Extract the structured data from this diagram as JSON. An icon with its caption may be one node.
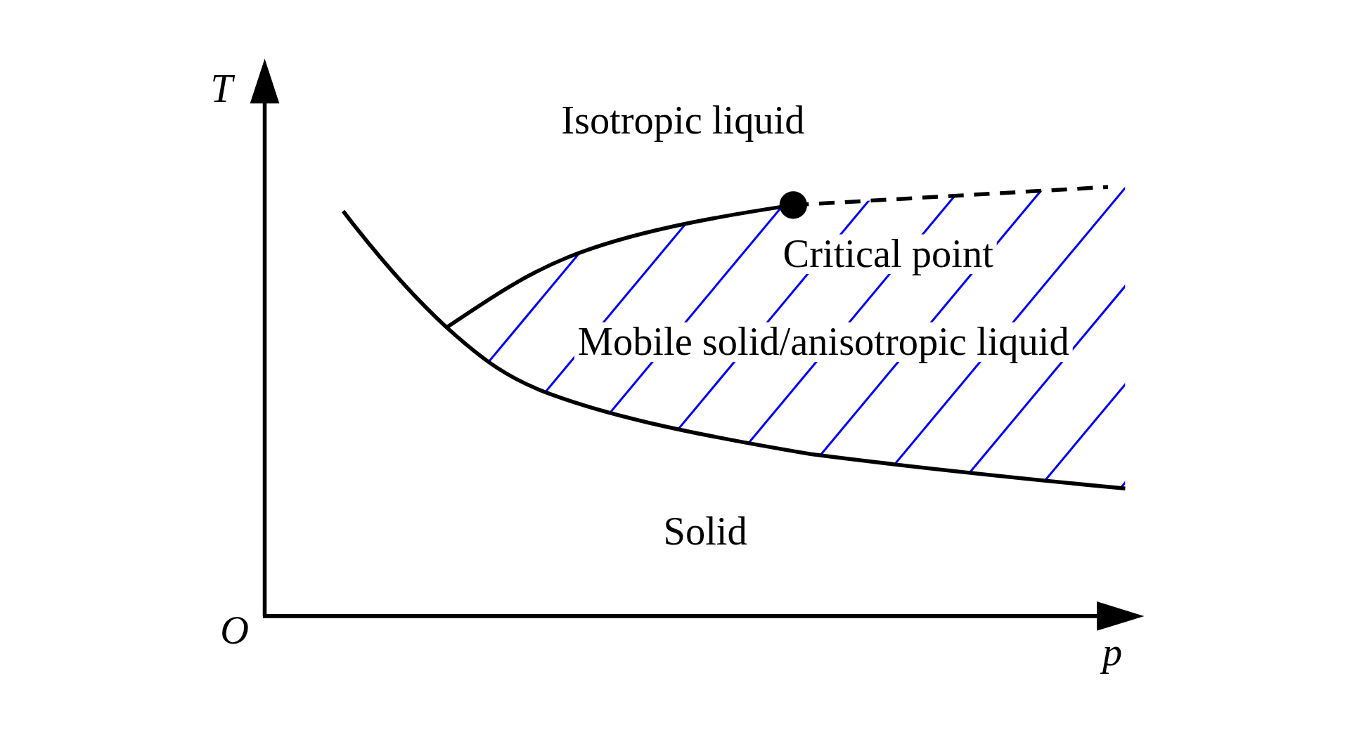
{
  "diagram": {
    "labels": [
      "T",
      "Isotropic liquid",
      "Critical point",
      "Mobile solid/anisotropic liquid",
      "Solid",
      "O",
      "p"
    ]
  }
}
